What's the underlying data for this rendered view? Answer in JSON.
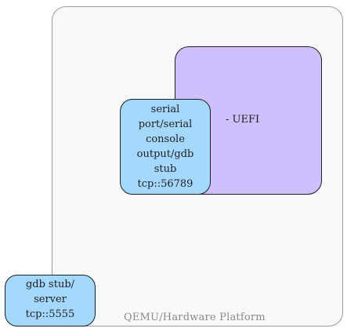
{
  "diagram": {
    "platform": {
      "label": "QEMU/Hardware Platform"
    },
    "uefi": {
      "label": "- UEFI"
    },
    "serial": {
      "lines": [
        "serial",
        "port/serial",
        "console",
        "output/gdb",
        "stub",
        "tcp::56789"
      ]
    },
    "gdb_stub": {
      "lines": [
        "gdb stub/",
        "server",
        "tcp::5555"
      ]
    },
    "colors": {
      "platform_fill": "#f8f9fa",
      "uefi_fill": "#d0bfff",
      "node_fill": "#a5d8ff",
      "stroke": "#1e1e1e",
      "platform_label": "#8a8a8a"
    }
  }
}
